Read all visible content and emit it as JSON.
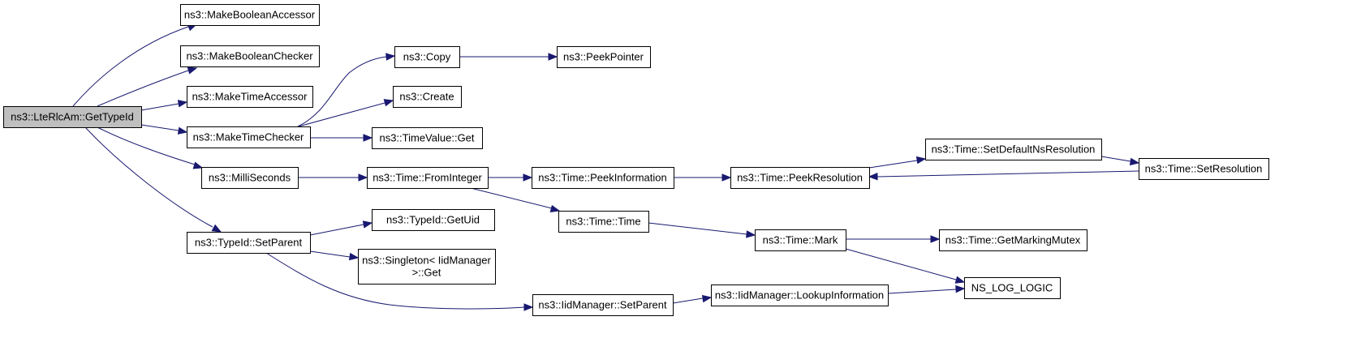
{
  "nodes": [
    {
      "id": "root",
      "lines": [
        "ns3::LteRlcAm::GetTypeId"
      ],
      "root": true
    },
    {
      "id": "mba",
      "lines": [
        "ns3::MakeBooleanAccessor"
      ]
    },
    {
      "id": "mbc",
      "lines": [
        "ns3::MakeBooleanChecker"
      ]
    },
    {
      "id": "mta",
      "lines": [
        "ns3::MakeTimeAccessor"
      ]
    },
    {
      "id": "mtc",
      "lines": [
        "ns3::MakeTimeChecker"
      ]
    },
    {
      "id": "ms",
      "lines": [
        "ns3::MilliSeconds"
      ]
    },
    {
      "id": "tsp",
      "lines": [
        "ns3::TypeId::SetParent"
      ]
    },
    {
      "id": "copy",
      "lines": [
        "ns3::Copy"
      ]
    },
    {
      "id": "create",
      "lines": [
        "ns3::Create"
      ]
    },
    {
      "id": "tvget",
      "lines": [
        "ns3::TimeValue::Get"
      ]
    },
    {
      "id": "pp",
      "lines": [
        "ns3::PeekPointer"
      ]
    },
    {
      "id": "tfi",
      "lines": [
        "ns3::Time::FromInteger"
      ]
    },
    {
      "id": "tpi",
      "lines": [
        "ns3::Time::PeekInformation"
      ]
    },
    {
      "id": "ttime",
      "lines": [
        "ns3::Time::Time"
      ]
    },
    {
      "id": "tpr",
      "lines": [
        "ns3::Time::PeekResolution"
      ]
    },
    {
      "id": "tsdr",
      "lines": [
        "ns3::Time::SetDefaultNsResolution"
      ]
    },
    {
      "id": "tsr",
      "lines": [
        "ns3::Time::SetResolution"
      ]
    },
    {
      "id": "tmark",
      "lines": [
        "ns3::Time::Mark"
      ]
    },
    {
      "id": "tgmm",
      "lines": [
        "ns3::Time::GetMarkingMutex"
      ]
    },
    {
      "id": "nslog",
      "lines": [
        "NS_LOG_LOGIC"
      ]
    },
    {
      "id": "tgu",
      "lines": [
        "ns3::TypeId::GetUid"
      ]
    },
    {
      "id": "sget",
      "lines": [
        "ns3::Singleton< IidManager",
        ">::Get"
      ]
    },
    {
      "id": "iisp",
      "lines": [
        "ns3::IidManager::SetParent"
      ]
    },
    {
      "id": "iili",
      "lines": [
        "ns3::IidManager::LookupInformation"
      ]
    }
  ],
  "edges": [
    {
      "from": "root",
      "to": "mba"
    },
    {
      "from": "root",
      "to": "mbc"
    },
    {
      "from": "root",
      "to": "mta"
    },
    {
      "from": "root",
      "to": "mtc"
    },
    {
      "from": "root",
      "to": "ms"
    },
    {
      "from": "root",
      "to": "tsp"
    },
    {
      "from": "mtc",
      "to": "copy"
    },
    {
      "from": "mtc",
      "to": "create"
    },
    {
      "from": "mtc",
      "to": "tvget"
    },
    {
      "from": "copy",
      "to": "pp"
    },
    {
      "from": "ms",
      "to": "tfi"
    },
    {
      "from": "tfi",
      "to": "tpi"
    },
    {
      "from": "tfi",
      "to": "ttime"
    },
    {
      "from": "tpi",
      "to": "tpr"
    },
    {
      "from": "tpr",
      "to": "tsdr"
    },
    {
      "from": "tsdr",
      "to": "tsr"
    },
    {
      "from": "tsr",
      "to": "tpr"
    },
    {
      "from": "ttime",
      "to": "tmark"
    },
    {
      "from": "tmark",
      "to": "tgmm"
    },
    {
      "from": "tmark",
      "to": "nslog"
    },
    {
      "from": "tsp",
      "to": "tgu"
    },
    {
      "from": "tsp",
      "to": "sget"
    },
    {
      "from": "tsp",
      "to": "iisp"
    },
    {
      "from": "iisp",
      "to": "iili"
    },
    {
      "from": "iili",
      "to": "nslog"
    }
  ],
  "colors": {
    "edge": "#191970",
    "node_border": "#000000",
    "root_fill": "#bfbfbf",
    "node_fill": "#ffffff"
  }
}
